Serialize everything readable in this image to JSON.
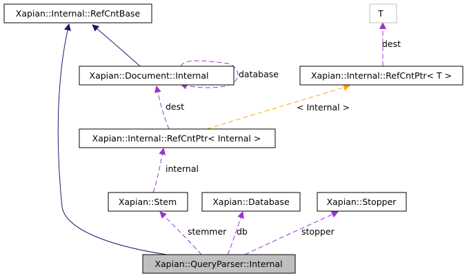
{
  "colors": {
    "inheritance_edge": "#191970",
    "usage_edge": "#9a32cd",
    "template_edge": "#ffa500",
    "focus_node_fill": "#bfbfbf",
    "template_param_border": "#bfbfbf"
  },
  "nodes": {
    "refcntbase": "Xapian::Internal::RefCntBase",
    "t_param": "T",
    "document_internal": "Xapian::Document::Internal",
    "refcntptr_t": "Xapian::Internal::RefCntPtr< T >",
    "refcntptr_internal": "Xapian::Internal::RefCntPtr< Internal >",
    "stem": "Xapian::Stem",
    "database": "Xapian::Database",
    "stopper": "Xapian::Stopper",
    "queryparser_internal": "Xapian::QueryParser::Internal"
  },
  "edge_labels": {
    "dest_t": "dest",
    "database_self": "database",
    "dest_internal": "dest",
    "template_internal": "< Internal >",
    "internal": "internal",
    "stemmer": "stemmer",
    "db": "db",
    "stopper": "stopper"
  }
}
